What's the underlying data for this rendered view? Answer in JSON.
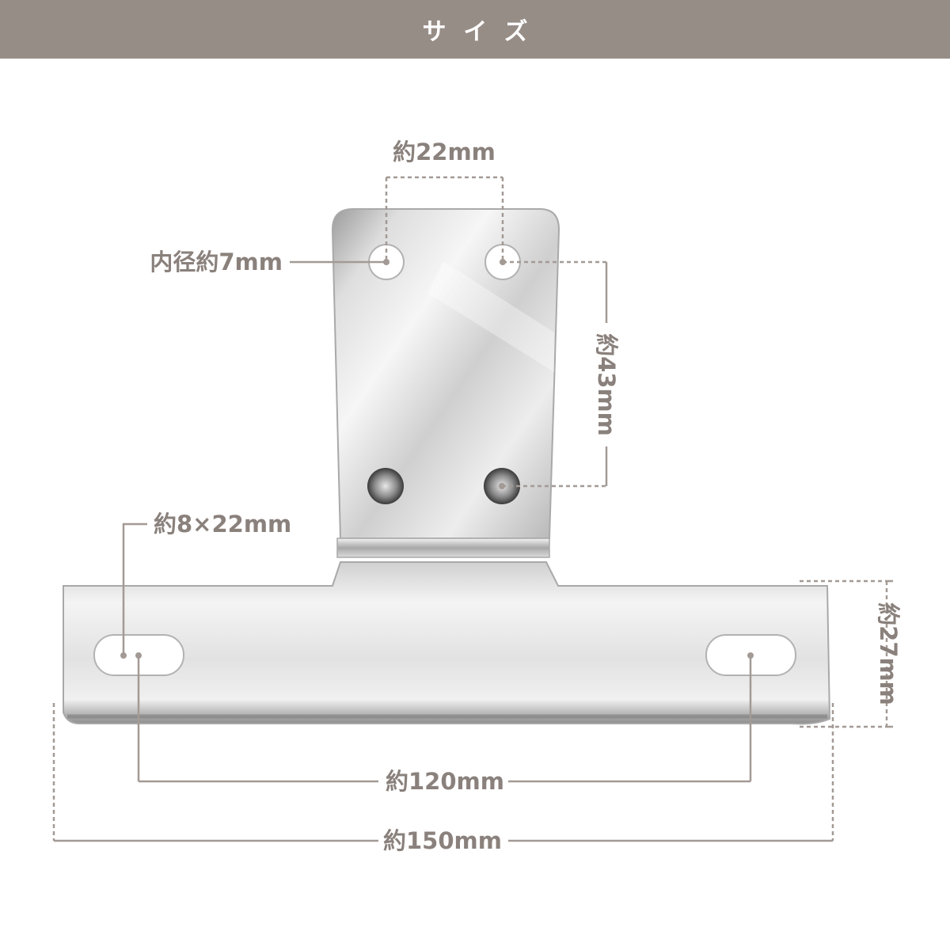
{
  "header": {
    "title": "サイズ"
  },
  "colors": {
    "header_bg": "#978d87",
    "annotation": "#8a817c",
    "dim_line": "#a39a95"
  },
  "labels": {
    "top_hole_spacing": "約22mm",
    "hole_inner_diameter": "内径約7mm",
    "vertical_hole_spacing": "約43mm",
    "slot_size": "約8×22mm",
    "plate_height": "約27mm",
    "slot_spacing": "約120mm",
    "overall_width": "約150mm"
  }
}
